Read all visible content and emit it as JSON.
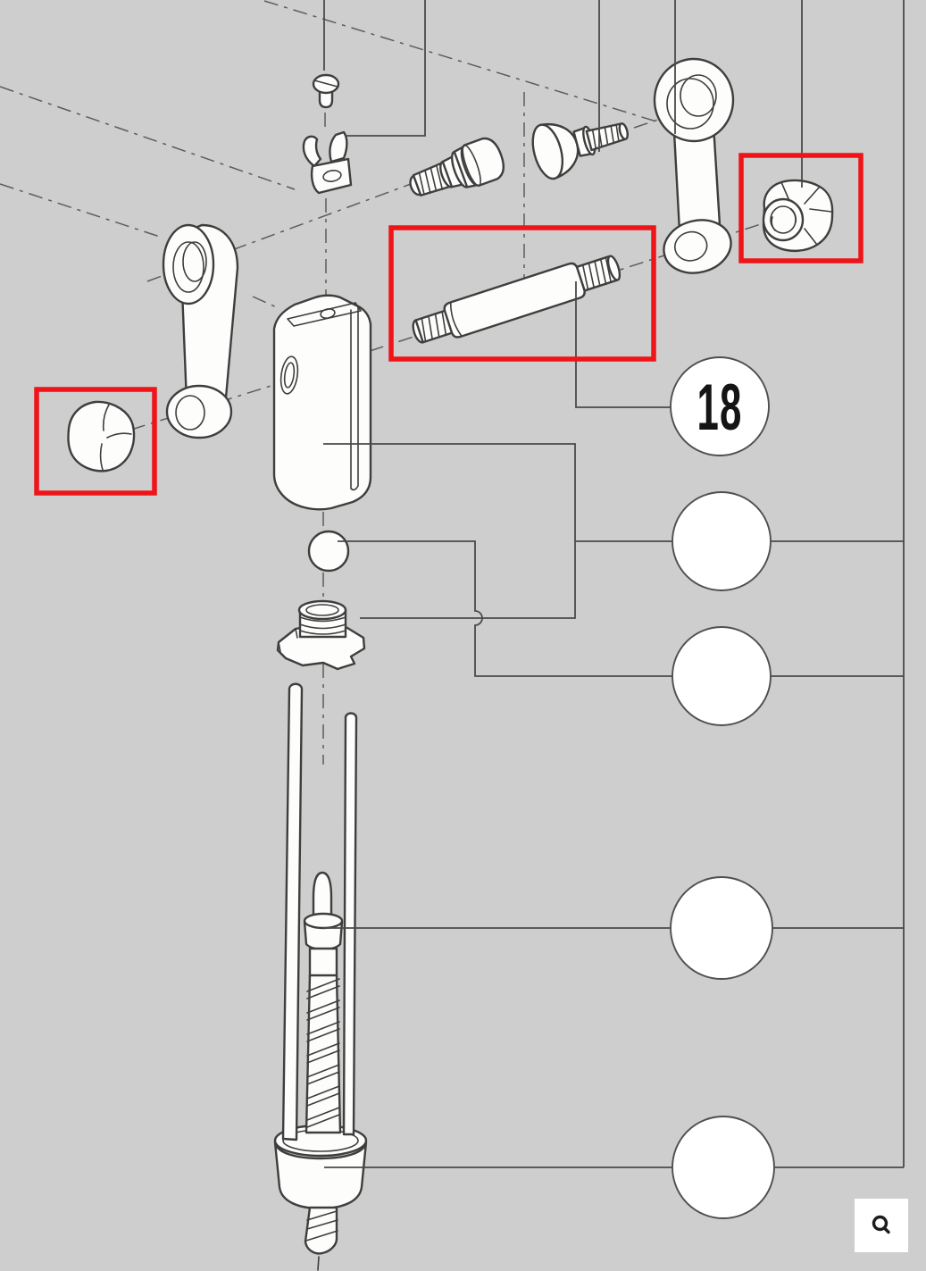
{
  "page": {
    "kind": "parts-catalog-exploded-diagram",
    "background_color": "#cdcecd"
  },
  "diagram": {
    "line_color": "#3e3e3e",
    "leader_color": "#4a4a4a",
    "highlight_color": "#ee1418",
    "balloons": [
      {
        "id": "balloon-18",
        "label": "18"
      },
      {
        "id": "balloon-blank-1",
        "label": ""
      },
      {
        "id": "balloon-blank-2",
        "label": ""
      },
      {
        "id": "balloon-blank-3",
        "label": ""
      },
      {
        "id": "balloon-blank-4",
        "label": ""
      }
    ],
    "highlighted_parts": [
      "stud-pin",
      "hex-nut",
      "cap-nut"
    ],
    "parts": [
      "slotted-screw",
      "spring-clip",
      "connecting-rod-left",
      "shoulder-screw-left",
      "shoulder-screw-right",
      "connecting-rod-right",
      "hex-nut",
      "stud-pin",
      "cap-nut",
      "clamp-body",
      "steel-ball",
      "threaded-bushing",
      "guide-rod-left",
      "guide-rod-right",
      "spiral-shaft",
      "cup-bushing"
    ]
  },
  "toolbar": {
    "zoom_button": {
      "icon": "magnifier-icon"
    }
  }
}
